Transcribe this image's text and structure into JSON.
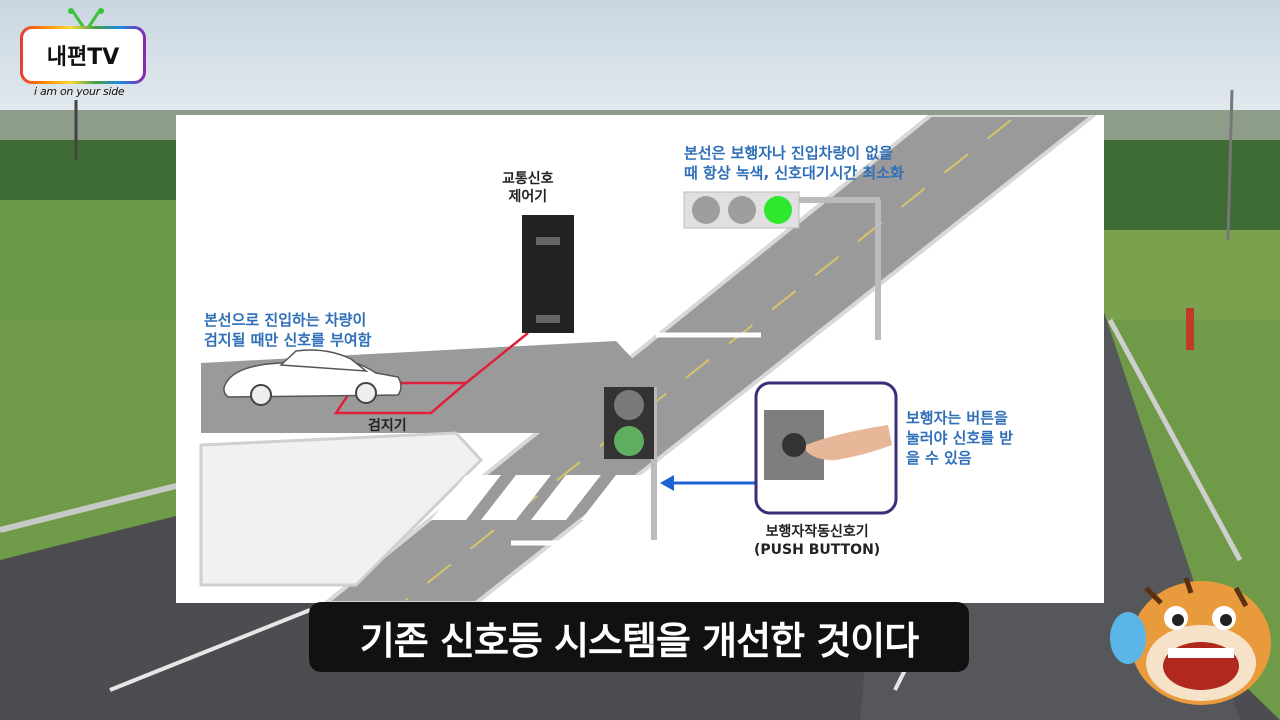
{
  "channel": {
    "name": "내편TV",
    "tagline": "i am on your side"
  },
  "diagram": {
    "controller_label": [
      "교통신호",
      "제어기"
    ],
    "mainline_note": [
      "본선은 보행자나 진입차량이 없을",
      "때 항상 녹색, 신호대기시간 최소화"
    ],
    "entry_note": [
      "본선으로 진입하는 차량이",
      "검지될 때만 신호를 부여함"
    ],
    "detector_label": "검지기",
    "pedestrian_note": [
      "보행자는 버튼을",
      "눌러야 신호를 받",
      "을 수 있음"
    ],
    "button_label": [
      "보행자작동신호기",
      "(PUSH BUTTON)"
    ]
  },
  "subtitle": "기존 신호등 시스템을 개선한 것이다",
  "colors": {
    "label_blue": "#2f6fb8",
    "signal_green": "#2ee82e",
    "detector_red": "#e0203a",
    "arrow_blue": "#1e63d6"
  }
}
